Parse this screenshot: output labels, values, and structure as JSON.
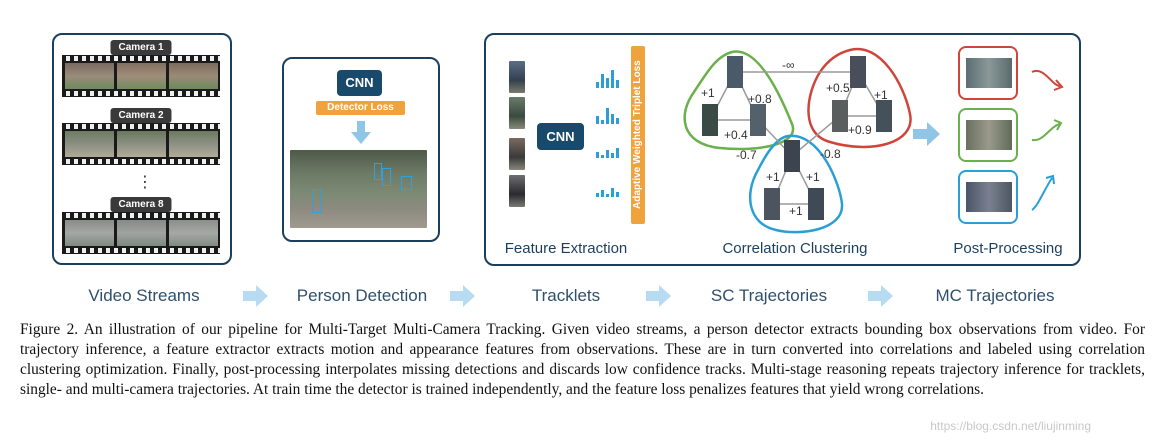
{
  "stages": [
    {
      "id": "video-streams",
      "label": "Video Streams"
    },
    {
      "id": "person-detection",
      "label": "Person Detection"
    },
    {
      "id": "tracklets",
      "label": "Tracklets"
    },
    {
      "id": "sc-trajectories",
      "label": "SC Trajectories"
    },
    {
      "id": "mc-trajectories",
      "label": "MC Trajectories"
    }
  ],
  "video_panel": {
    "cameras": [
      "Camera 1",
      "Camera 2",
      "Camera 8"
    ],
    "ellipsis": "⋮"
  },
  "detection_panel": {
    "cnn_label": "CNN",
    "loss_label": "Detector Loss"
  },
  "trajectory_panel": {
    "cnn_label": "CNN",
    "loss_label": "Adaptive Weighted Triplet Loss",
    "sections": [
      "Feature Extraction",
      "Correlation Clustering",
      "Post-Processing"
    ],
    "edge_labels": {
      "top": "-∞",
      "g_left": "+1",
      "g_right": "+0.8",
      "g_bottom": "+0.4",
      "r_left": "+0.5",
      "r_right": "+1",
      "r_bottom": "+0.9",
      "cross_left": "-0.7",
      "cross_right": "-0.8",
      "b_left": "+1",
      "b_right": "+1",
      "b_bottom": "+1"
    },
    "colors": {
      "green": "#6ab04c",
      "red": "#d0453b",
      "blue": "#2a9fd6",
      "navy": "#1c3f5e",
      "orange": "#f0a23c"
    }
  },
  "caption": "Figure 2. An illustration of our pipeline for Multi-Target Multi-Camera Tracking. Given video streams, a person detector extracts bounding box observations from video. For trajectory inference, a feature extractor extracts motion and appearance features from observations. These are in turn converted into correlations and labeled using correlation clustering optimization. Finally, post-processing interpolates missing detections and discards low confidence tracks. Multi-stage reasoning repeats trajectory inference for tracklets, single- and multi-camera trajectories. At train time the detector is trained independently, and the feature loss penalizes features that yield wrong correlations.",
  "watermark": "https://blog.csdn.net/liujinming"
}
